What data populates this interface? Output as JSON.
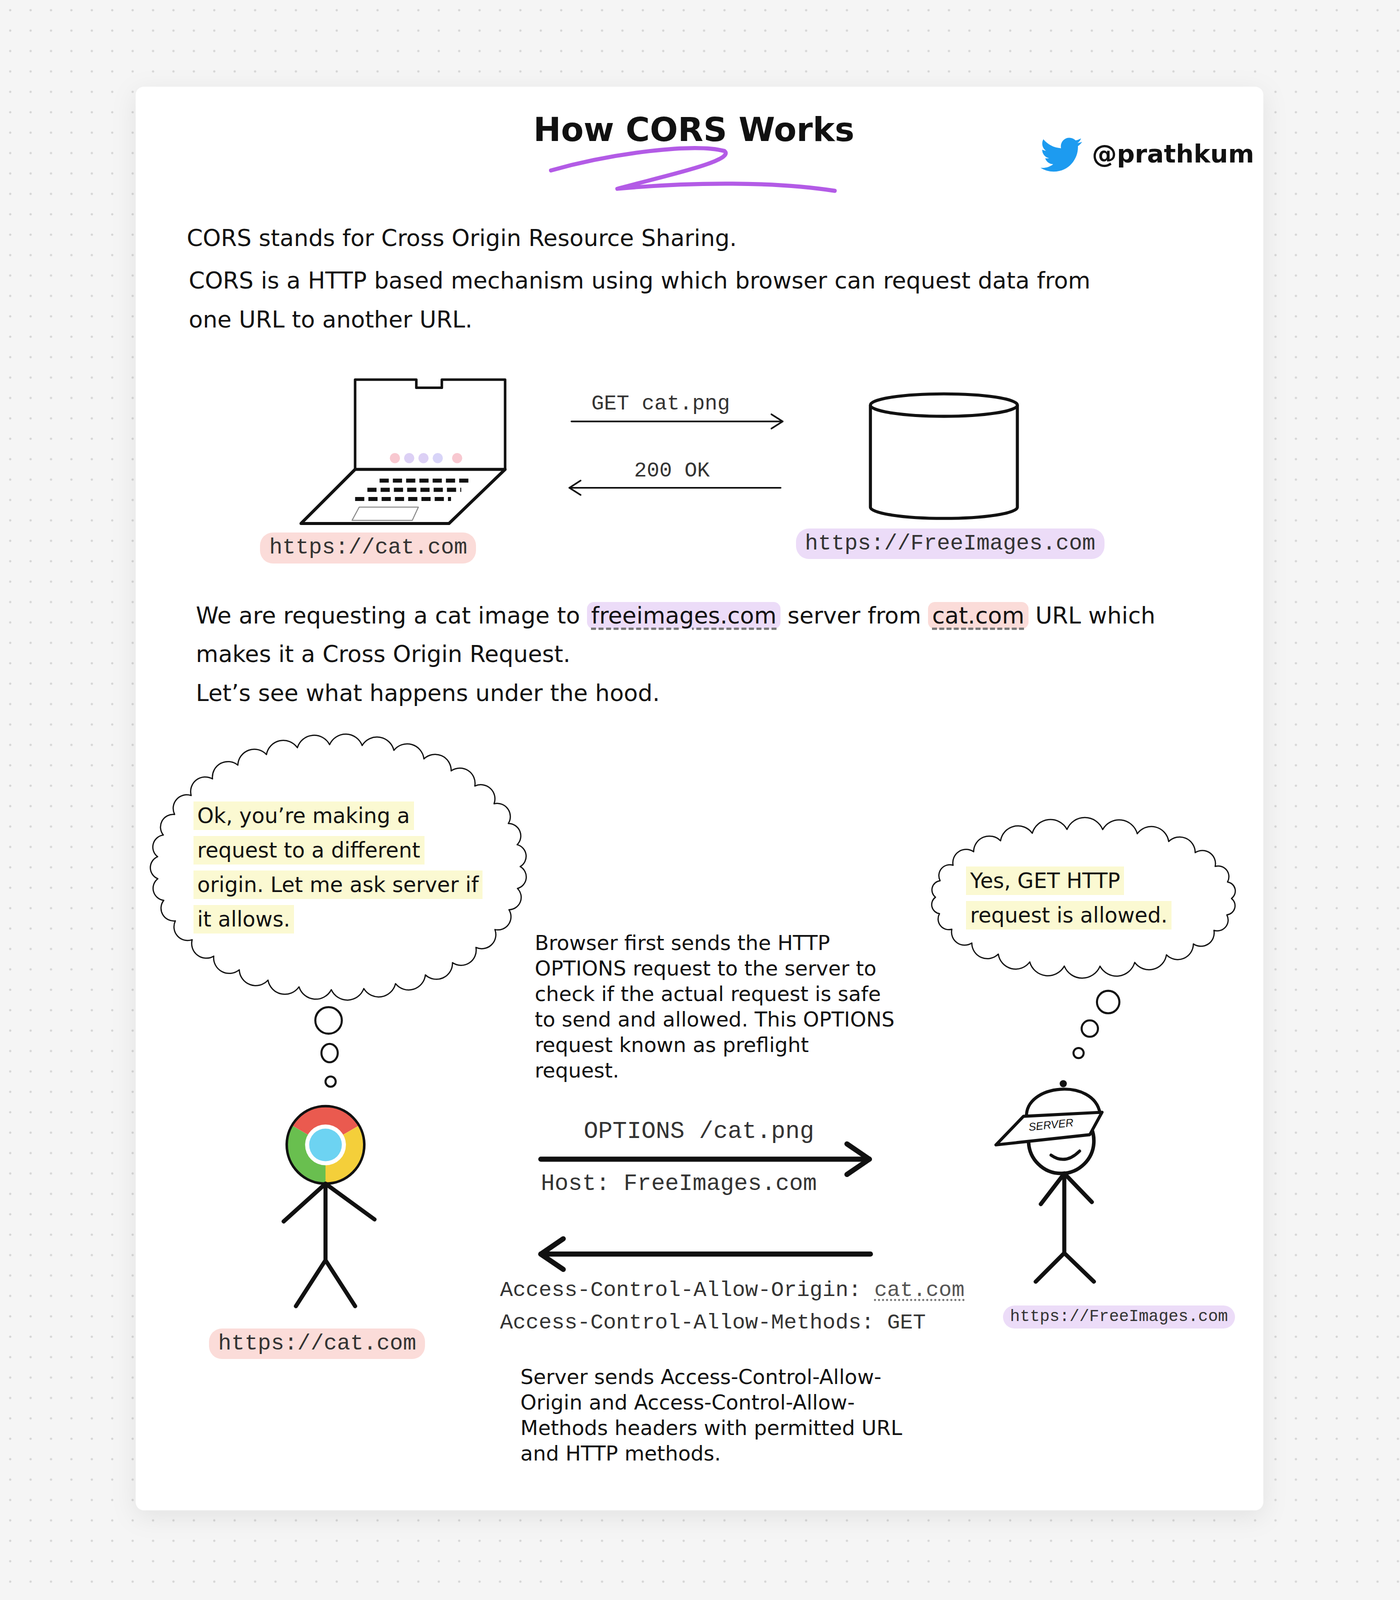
{
  "diagram": {
    "title": "How CORS Works",
    "nodes": [
      {
        "text": [
          "https://cat.com"
        ]
      },
      {
        "text": [
          "https://FreeImages.com"
        ]
      },
      {
        "text": [
          "Ok, you’re making a request to a different origin. Let me ask server if it allows."
        ]
      },
      {
        "text": [
          "Yes, GET HTTP request is allowed."
        ]
      },
      {
        "text": [
          "https://cat.com"
        ]
      },
      {
        "text": [
          "https://FreeImages.com"
        ]
      }
    ],
    "edges": [
      {
        "from": 0,
        "to": 1,
        "arrow": "to",
        "label": "GET cat.png"
      },
      {
        "from": 1,
        "to": 0,
        "arrow": "to",
        "label": "200 OK"
      },
      {
        "from": 4,
        "to": 5,
        "arrow": "to",
        "label": "OPTIONS /cat.png"
      },
      {
        "from": 5,
        "to": 4,
        "arrow": "to"
      }
    ],
    "labels": [
      "@prathkum",
      "CORS stands for Cross Origin Resource Sharing.",
      "CORS is a HTTP based mechanism using which browser can request data from one URL to another URL.",
      "We are requesting a cat image to",
      "freeimages.com",
      "server from",
      "cat.com",
      "URL which",
      "makes it a Cross Origin Request.",
      "Let’s see what happens under the hood.",
      "Browser first sends the HTTP OPTIONS request to the server to check if the actual request is safe to send and allowed. This OPTIONS request known as preflight request.",
      "SERVER",
      "Host: FreeImages.com",
      "Access-Control-Allow-Origin:",
      "cat.com",
      "Access-Control-Allow-Methods: GET",
      "Server sends Access-Control-Allow-Origin and Access-Control-Allow-Methods headers with permitted URL and HTTP methods."
    ]
  }
}
